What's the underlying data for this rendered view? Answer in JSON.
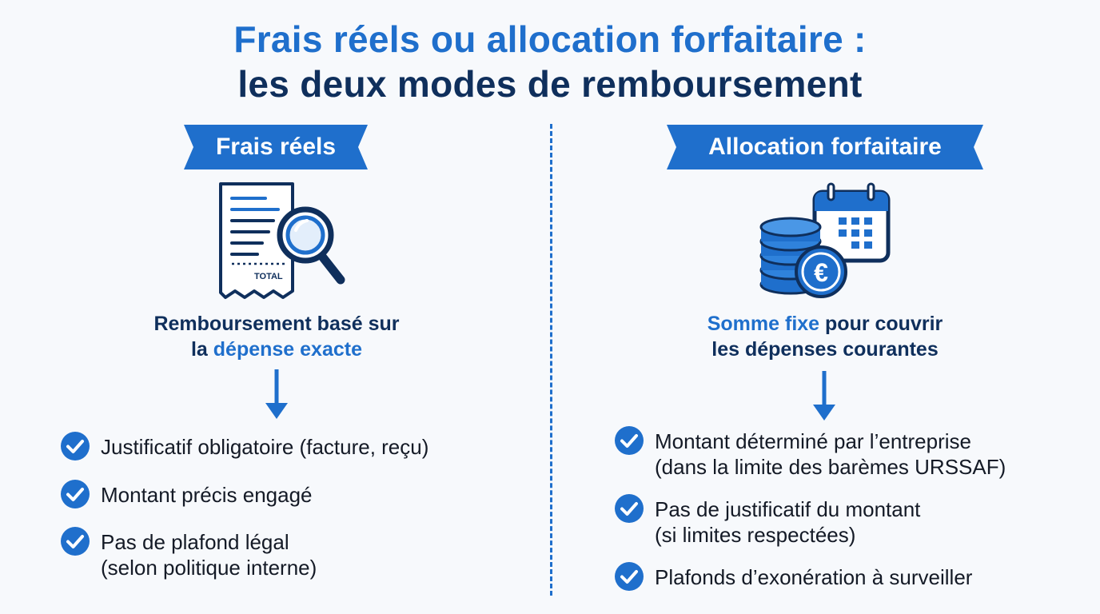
{
  "title": {
    "line1": "Frais réels ou allocation forfaitaire :",
    "line2": "les deux modes de remboursement"
  },
  "colors": {
    "accent": "#1f6fcc",
    "navy": "#0f2f5c",
    "background": "#f7f9fc"
  },
  "left": {
    "heading": "Frais réels",
    "icon": "receipt-magnifier-icon",
    "receipt_label": "TOTAL",
    "description": {
      "part1": "Remboursement basé sur",
      "part2": "la ",
      "accent": "dépense exacte"
    },
    "items": [
      {
        "line1": "Justificatif obligatoire (facture, reçu)"
      },
      {
        "line1": "Montant précis engagé"
      },
      {
        "line1": "Pas de plafond légal",
        "line2": "(selon politique interne)"
      }
    ]
  },
  "right": {
    "heading": "Allocation forfaitaire",
    "icon": "coins-calendar-euro-icon",
    "euro_symbol": "€",
    "description": {
      "accent": "Somme fixe",
      "part1": " pour couvrir",
      "part2": "les dépenses courantes"
    },
    "items": [
      {
        "line1": "Montant déterminé par l’entreprise",
        "line2": "(dans la limite des barèmes URSSAF)"
      },
      {
        "line1": "Pas de justificatif du montant",
        "line2": "(si limites respectées)"
      },
      {
        "line1": "Plafonds d’exonération à surveiller"
      }
    ]
  }
}
